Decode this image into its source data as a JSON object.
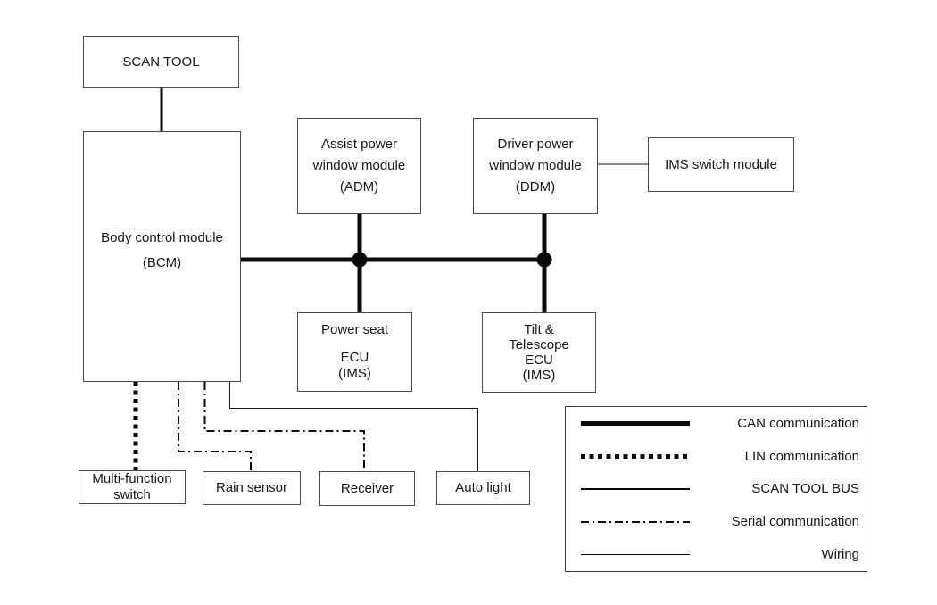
{
  "diagram": {
    "boxes": {
      "scan_tool": {
        "label": "SCAN TOOL"
      },
      "bcm": {
        "lines": [
          "Body control module",
          "(BCM)"
        ]
      },
      "adm": {
        "lines": [
          "Assist power",
          "window module",
          "(ADM)"
        ]
      },
      "ddm": {
        "lines": [
          "Driver power",
          "window module",
          "(DDM)"
        ]
      },
      "ims_switch": {
        "label": "IMS switch module"
      },
      "power_seat": {
        "lines": [
          "Power seat",
          "ECU",
          "(IMS)"
        ]
      },
      "tilt_telescope": {
        "lines": [
          "Tilt &",
          "Telescope",
          "ECU",
          "(IMS)"
        ]
      },
      "multi_function": {
        "lines": [
          "Multi-function",
          "switch"
        ]
      },
      "rain_sensor": {
        "label": "Rain sensor"
      },
      "receiver": {
        "label": "Receiver"
      },
      "auto_light": {
        "label": "Auto light"
      }
    },
    "legend": {
      "items": [
        {
          "type": "can",
          "label": "CAN communication"
        },
        {
          "type": "lin",
          "label": "LIN communication"
        },
        {
          "type": "scan",
          "label": "SCAN TOOL BUS"
        },
        {
          "type": "serial",
          "label": "Serial communication"
        },
        {
          "type": "wiring",
          "label": "Wiring"
        }
      ]
    },
    "colors": {
      "line": "#0a0a0a",
      "border": "#4c4c4c",
      "text": "#161616",
      "background": "#ffffff"
    }
  }
}
